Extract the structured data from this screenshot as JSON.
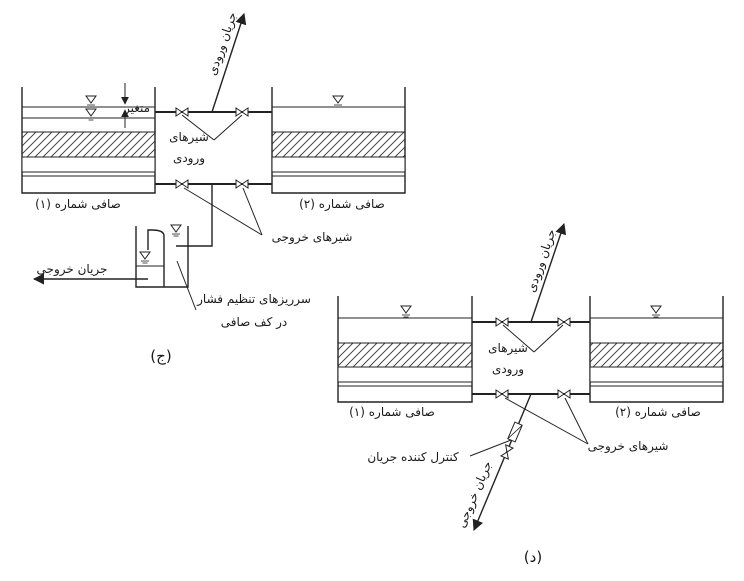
{
  "diagram_c": {
    "panel_label": "(ج)",
    "inflow_label": "جریان ورودی",
    "variable_label": "متغیر",
    "inlet_valves_label_1": "شیرهای",
    "inlet_valves_label_2": "ورودی",
    "filter_1_label": "صافی شماره (۱)",
    "filter_2_label": "صافی شماره (۲)",
    "outlet_valves_label": "شیرهای خروجی",
    "outflow_label": "جریان خروجی",
    "overflow_label_1": "سرریزهای تنظیم فشار",
    "overflow_label_2": "در کف صافی"
  },
  "diagram_d": {
    "panel_label": "(د)",
    "inflow_label": "جریان ورودی",
    "inlet_valves_label_1": "شیرهای",
    "inlet_valves_label_2": "ورودی",
    "filter_1_label": "صافی شماره (۱)",
    "filter_2_label": "صافی شماره (۲)",
    "outlet_valves_label": "شیرهای خروجی",
    "flow_controller_label": "کنترل کننده جریان",
    "outflow_label": "جریان خروجی"
  },
  "colors": {
    "line": "#222222",
    "background": "#ffffff"
  }
}
